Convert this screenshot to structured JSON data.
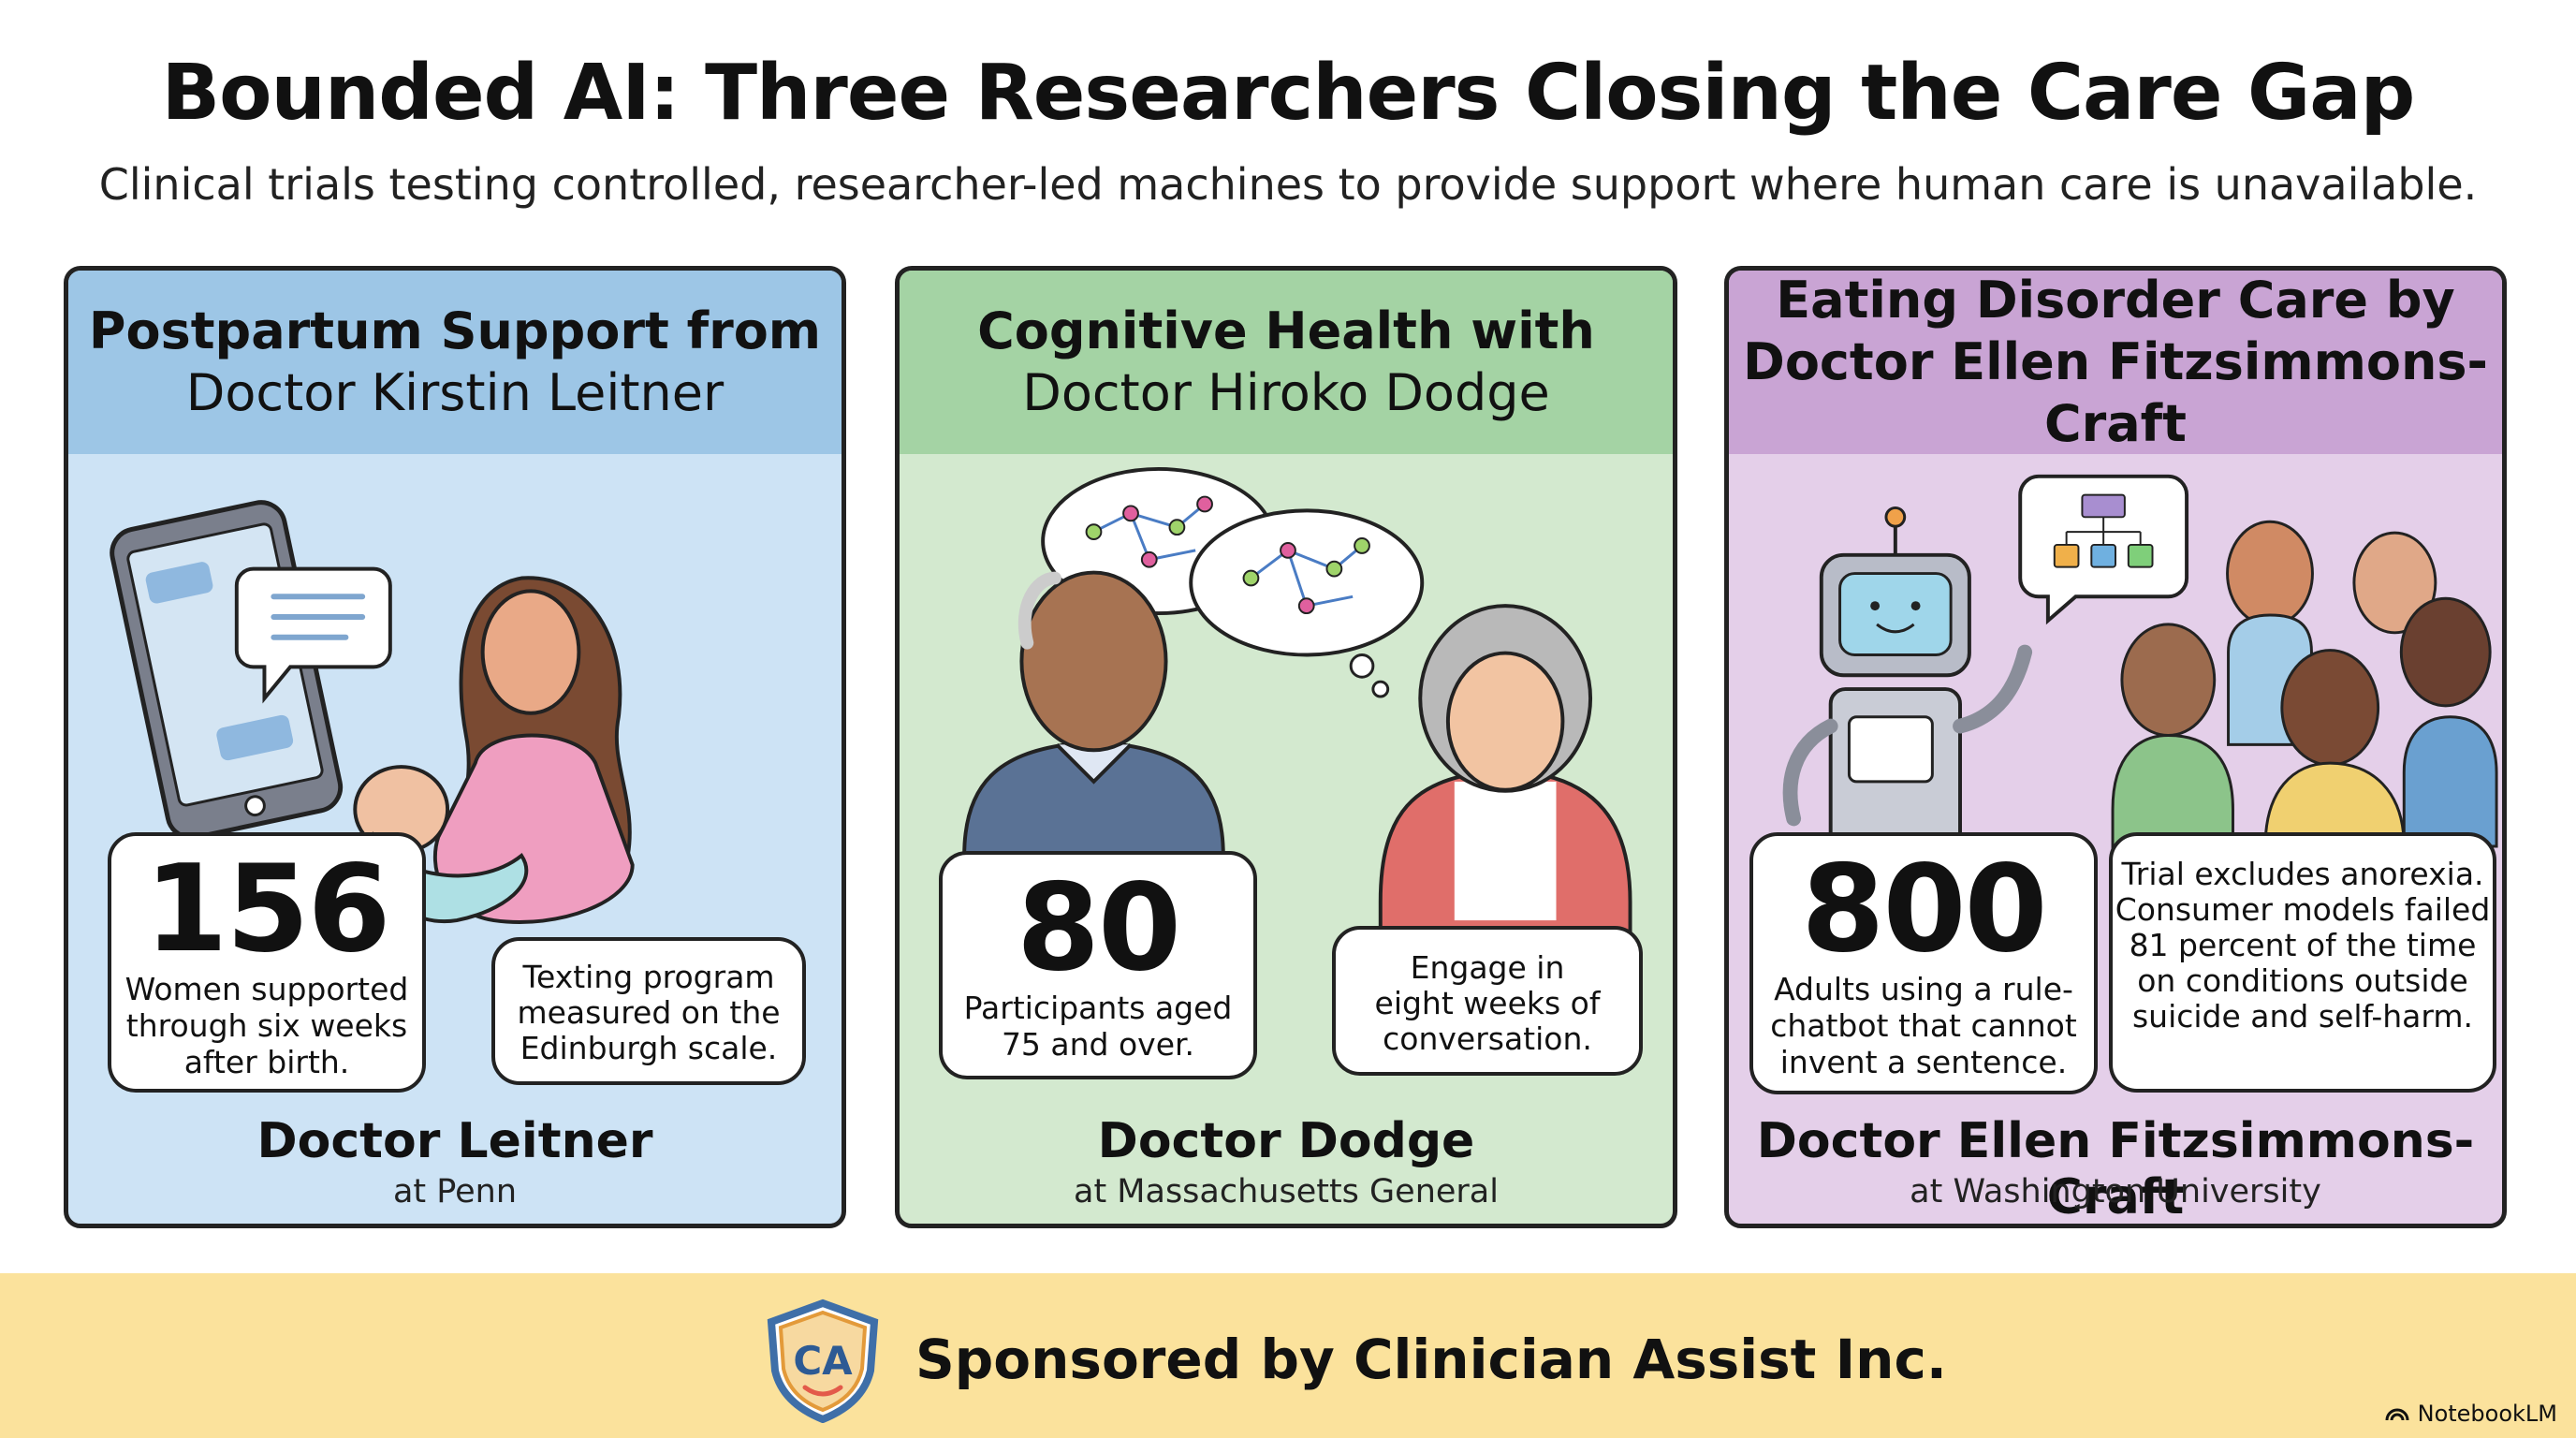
{
  "header": {
    "title": "Bounded AI: Three Researchers Closing the Care Gap",
    "subtitle": "Clinical trials testing controlled, researcher-led machines to provide support where human care is unavailable."
  },
  "panels": [
    {
      "heading_line1": "Postpartum Support from",
      "heading_line2": "Doctor Kirstin Leitner",
      "stat": "156",
      "stat_text": [
        "Women supported",
        "through six weeks",
        "after birth."
      ],
      "note": [
        "Texting program",
        "measured on the",
        "Edinburgh scale."
      ],
      "doctor": "Doctor Leitner",
      "affiliation": "at Penn",
      "colors": {
        "head": "#9dc6e6",
        "body": "#cde3f5"
      }
    },
    {
      "heading_line1": "Cognitive Health with",
      "heading_line2": "Doctor Hiroko Dodge",
      "stat": "80",
      "stat_text": [
        "Participants aged",
        "75 and over."
      ],
      "note": [
        "Engage in",
        "eight weeks of",
        "conversation."
      ],
      "doctor": "Doctor Dodge",
      "affiliation": "at Massachusetts General",
      "colors": {
        "head": "#a4d3a4",
        "body": "#d3e9cf"
      }
    },
    {
      "heading_line1": "Eating Disorder Care by",
      "heading_line2": "Doctor Ellen Fitzsimmons-Craft",
      "stat": "800",
      "stat_text": [
        "Adults using a rule-",
        "chatbot that cannot",
        "invent a sentence."
      ],
      "note": [
        "Trial excludes anorexia.",
        "Consumer models failed",
        "81 percent of the time",
        "on conditions outside",
        "suicide and self-harm."
      ],
      "doctor": "Doctor Ellen Fitzsimmons-Craft",
      "affiliation": "at Washington University",
      "colors": {
        "head": "#c9a4d4",
        "body": "#e4cfe9"
      }
    }
  ],
  "footer": {
    "logo_text": "CA",
    "sponsor": "Sponsored by Clinician Assist Inc.",
    "watermark": "NotebookLM",
    "color": "#fbe29c"
  }
}
